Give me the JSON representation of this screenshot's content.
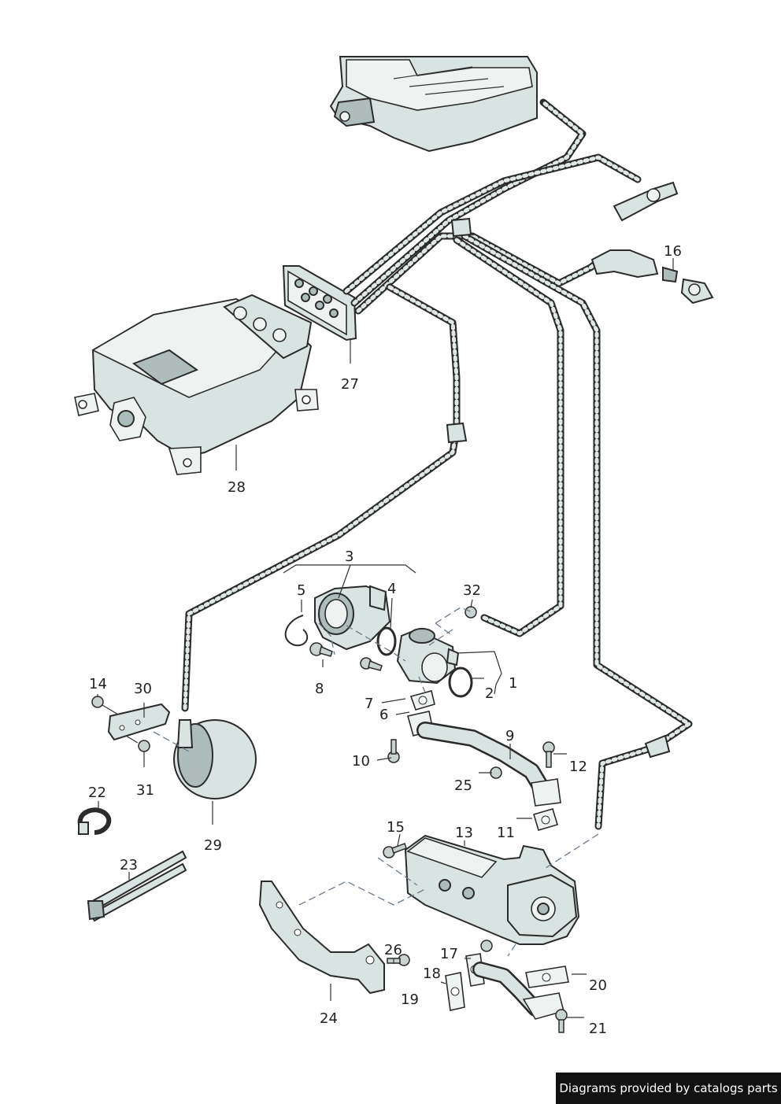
{
  "labels": {
    "l1": "1",
    "l2": "2",
    "l3": "3",
    "l4": "4",
    "l5": "5",
    "l6": "6",
    "l7": "7",
    "l8": "8",
    "l9": "9",
    "l10": "10",
    "l11": "11",
    "l12": "12",
    "l13": "13",
    "l14": "14",
    "l15": "15",
    "l16": "16",
    "l17": "17",
    "l18": "18",
    "l19": "19",
    "l20": "20",
    "l21": "21",
    "l22": "22",
    "l23": "23",
    "l24": "24",
    "l25": "25",
    "l26": "26",
    "l27": "27",
    "l28": "28",
    "l29": "29",
    "l30": "30",
    "l31": "31",
    "l32": "32"
  },
  "watermark": "Diagrams provided by catalogs parts"
}
